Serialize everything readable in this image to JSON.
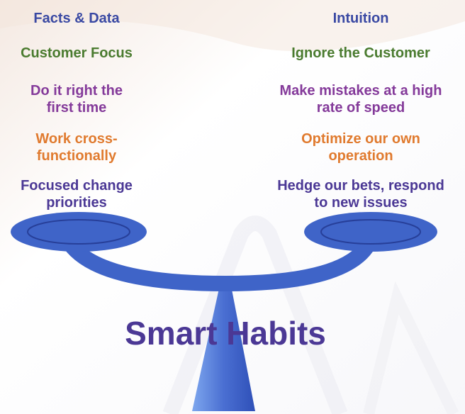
{
  "colors": {
    "blue": "#3a49a3",
    "green": "#4a7b2f",
    "purple": "#843a9a",
    "orange": "#e07a2e",
    "dark_purple": "#4b3895",
    "scale_blue": "#3f64c8",
    "scale_dark": "#273f99"
  },
  "left_column": {
    "heading": "Facts & Data",
    "item_1": "Customer Focus",
    "item_2_line_1": "Do it right the",
    "item_2_line_2": "first time",
    "item_3_line_1": "Work cross-",
    "item_3_line_2": "functionally",
    "item_4_line_1": "Focused change",
    "item_4_line_2": "priorities"
  },
  "right_column": {
    "heading": "Intuition",
    "item_1": "Ignore the Customer",
    "item_2_line_1": "Make mistakes at a high",
    "item_2_line_2": "rate of speed",
    "item_3_line_1": "Optimize our own",
    "item_3_line_2": "operation",
    "item_4_line_1": "Hedge our bets, respond",
    "item_4_line_2": "to new issues"
  },
  "title": "Smart Habits"
}
